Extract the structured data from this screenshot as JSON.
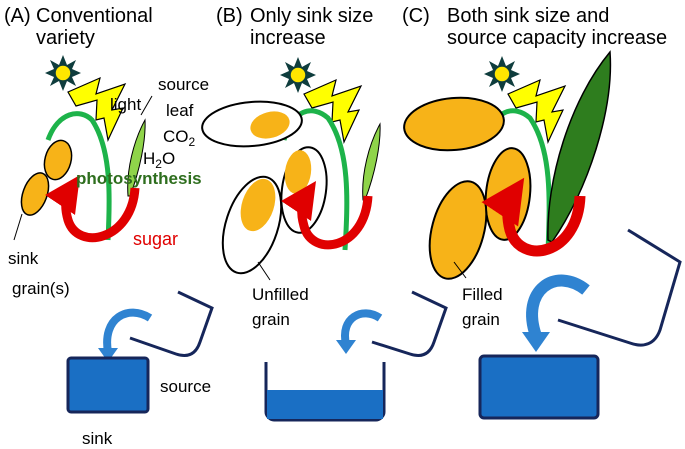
{
  "panels": [
    {
      "letter": "(A)",
      "title_line1": "Conventional",
      "title_line2": "variety"
    },
    {
      "letter": "(B)",
      "title_line1": "Only sink size",
      "title_line2": "increase"
    },
    {
      "letter": "(C)",
      "title_line1": "Both sink size and",
      "title_line2": "source capacity increase"
    }
  ],
  "labels": {
    "light": "light",
    "source_leaf_line1": "source",
    "source_leaf_line2": "leaf",
    "co2_main": "CO",
    "co2_sub": "2",
    "h2o_h": "H",
    "h2o_sub": "2",
    "h2o_o": "O",
    "photosynthesis": "photosynthesis",
    "sugar": "sugar",
    "sink_grain_line1": "sink",
    "sink_grain_line2": "grain(s)",
    "unfilled_line1": "Unfilled",
    "unfilled_line2": "grain",
    "filled_line1": "Filled",
    "filled_line2": "grain",
    "source": "source",
    "sink": "sink"
  },
  "colors": {
    "grain": "#f7b318",
    "stem": "#1db34a",
    "sugar_arrow": "#e00000",
    "lightning": "#ffff00",
    "sun": "#ffe600",
    "sun_ray": "#0f3d3d",
    "leaf_thin": "#8fd44a",
    "leaf_big": "#2e7d1e",
    "water": "#1a6fc4",
    "vessel_outline": "#16265a",
    "flow_arrow": "#2f83d1"
  }
}
